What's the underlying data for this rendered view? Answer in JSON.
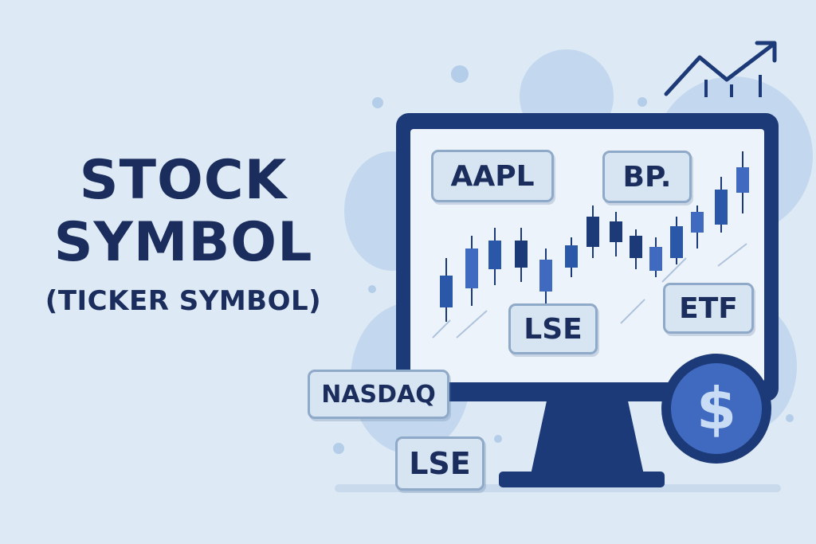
{
  "title": {
    "line1": "STOCK",
    "line2": "SYMBOL",
    "subtitle": "(TICKER SYMBOL)"
  },
  "screen_tags": {
    "aapl": "AAPL",
    "bp": "BP.",
    "lse": "LSE",
    "etf": "ETF"
  },
  "floating_tags": {
    "nasdaq": "NASDAQ",
    "lse": "LSE"
  },
  "coin_symbol": "$",
  "colors": {
    "navy": "#1d3a78",
    "blue": "#3f6ac0",
    "text": "#1b2d5c",
    "background": "#dde9f5"
  },
  "icons": [
    "trend-arrow-icon",
    "candlestick-chart-icon",
    "dollar-coin-icon"
  ]
}
